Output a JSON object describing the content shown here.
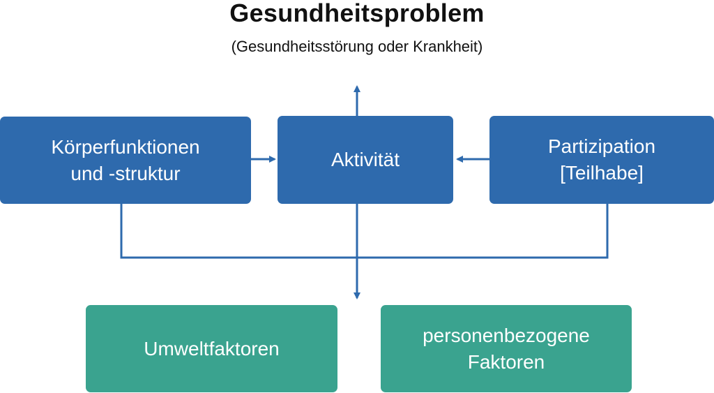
{
  "title": "Gesundheitsproblem",
  "subtitle": "(Gesundheitsstörung oder Krankheit)",
  "boxes": {
    "body_functions": {
      "line1": "Körperfunktionen",
      "line2": "und -struktur"
    },
    "activity": {
      "line1": "Aktivität"
    },
    "participation": {
      "line1": "Partizipation",
      "line2": "[Teilhabe]"
    },
    "environmental": {
      "line1": "Umweltfaktoren"
    },
    "personal": {
      "line1": "personenbezogene",
      "line2": "Faktoren"
    }
  },
  "colors": {
    "blue": "#2e6aad",
    "green": "#3aa38f",
    "connector": "#2e6aad"
  }
}
